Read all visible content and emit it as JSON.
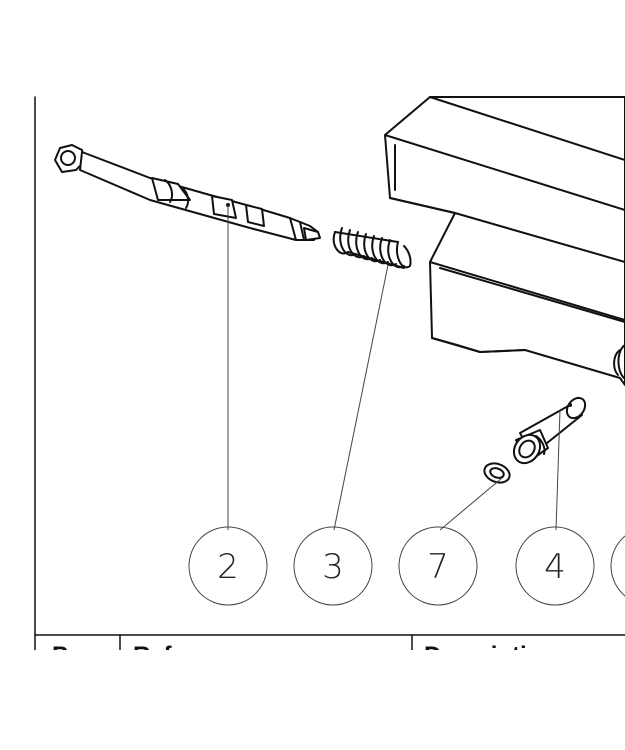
{
  "callouts": [
    {
      "id": "shaft",
      "label": "2"
    },
    {
      "id": "spring",
      "label": "3"
    },
    {
      "id": "washer",
      "label": "7"
    },
    {
      "id": "pin",
      "label": "4"
    },
    {
      "id": "cut-off",
      "label": ""
    }
  ],
  "table": {
    "headers": [
      "Pos",
      "Ref",
      "Description"
    ]
  }
}
